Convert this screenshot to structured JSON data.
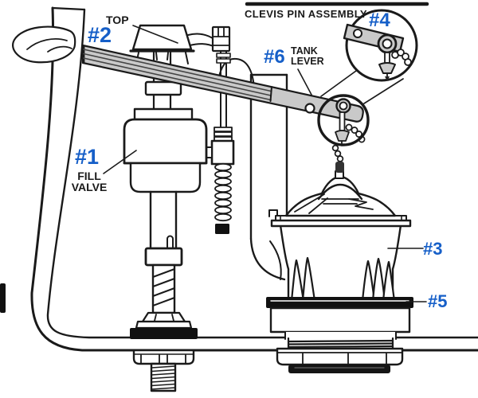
{
  "diagram": {
    "detail_title": "CLEVIS PIN ASSEMBLY",
    "parts": {
      "p1": {
        "ref": "#1",
        "name1": "FILL",
        "name2": "VALVE"
      },
      "p2": {
        "ref": "#2",
        "name": "TOP"
      },
      "p3": {
        "ref": "#3"
      },
      "p4": {
        "ref": "#4"
      },
      "p5": {
        "ref": "#5"
      },
      "p6": {
        "ref": "#6",
        "name1": "TANK",
        "name2": "LEVER"
      }
    },
    "colors": {
      "label_blue": "#165fc8",
      "line_black": "#1a1a1a",
      "lever_gray": "#c9c9c9"
    }
  }
}
